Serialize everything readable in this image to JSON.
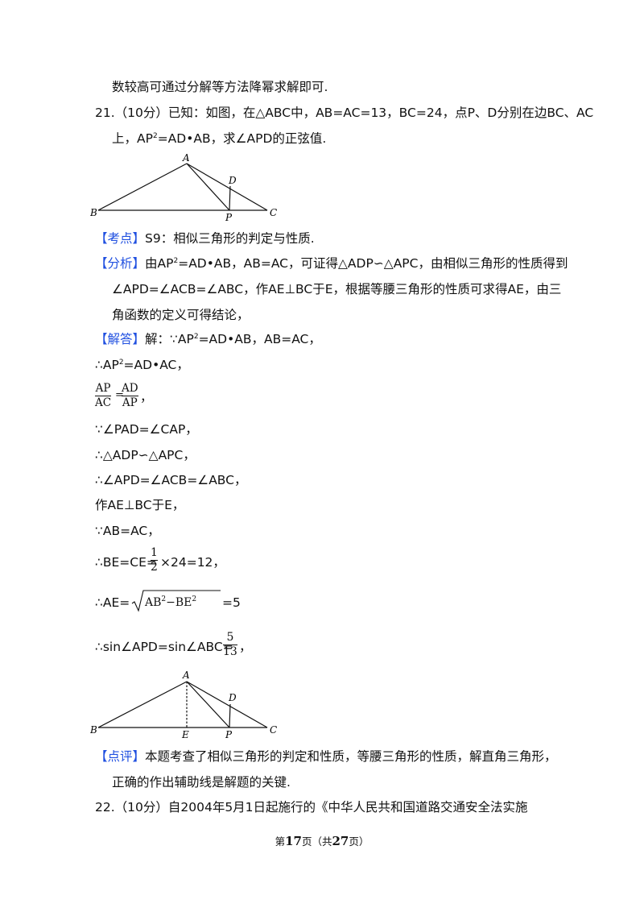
{
  "lines": {
    "l1": "数较高可通过分解等方法降幂求解即可.",
    "q21_a": "21.（10分）已知：如图，在△ABC中，AB=AC=13，BC=24，点P、D分别在边BC、AC",
    "q21_b_pre": "上，AP",
    "q21_b_post": "=AD•AB，求∠APD的正弦值.",
    "kd_tag": "【考点】",
    "kd_text": "S9：相似三角形的判定与性质.",
    "fx_tag": "【分析】",
    "fx_text1_pre": "由AP",
    "fx_text1_post": "=AD•AB，AB=AC，可证得△ADP∽△APC，由相似三角形的性质得到",
    "fx_text2": "∠APD=∠ACB=∠ABC，作AE⊥BC于E，根据等腰三角形的性质可求得AE，由三",
    "fx_text3": "角函数的定义可得结论，",
    "jd_tag": "【解答】",
    "jd_pre": "解：∵AP",
    "jd_post": "=AD•AB，AB=AC，",
    "s1_pre": "∴AP",
    "s1_post": "=AD•AC，",
    "s3": "∵∠PAD=∠CAP，",
    "s4": "∴△ADP∽△APC，",
    "s5": "∴∠APD=∠ACB=∠ABC，",
    "s6": "作AE⊥BC于E，",
    "s7": "∵AB=AC，",
    "s8_pre": "∴BE=CE=",
    "s8_post": "×24=12，",
    "s9_pre": "∴AE=",
    "s9_post": "=5",
    "s10_pre": "∴sin∠APD=sin∠ABC=",
    "s10_post": "，",
    "dp_tag": "【点评】",
    "dp_text1": "本题考查了相似三角形的判定和性质，等腰三角形的性质，解直角三角形，",
    "dp_text2": "正确的作出辅助线是解题的关键.",
    "q22": "22.（10分）自2004年5月1日起施行的《中华人民共和国道路交通安全法实施"
  },
  "math": {
    "sup2": "2",
    "frac1_num": "AP",
    "frac1_den": "AC",
    "frac1_eq": "=",
    "frac2_num": "AD",
    "frac2_den": "AP",
    "frac_tail": "，",
    "half_num": "1",
    "half_den": "2",
    "sqrt_ab": "AB",
    "sqrt_minus": "−",
    "sqrt_be": "BE",
    "ans_num": "5",
    "ans_den": "13"
  },
  "figure1": {
    "A": "A",
    "B": "B",
    "C": "C",
    "D": "D",
    "P": "P"
  },
  "figure2": {
    "A": "A",
    "B": "B",
    "C": "C",
    "D": "D",
    "P": "P",
    "E": "E"
  },
  "footer": {
    "pre": "第",
    "page": "17",
    "mid": "页（共",
    "total": "27",
    "post": "页）"
  }
}
